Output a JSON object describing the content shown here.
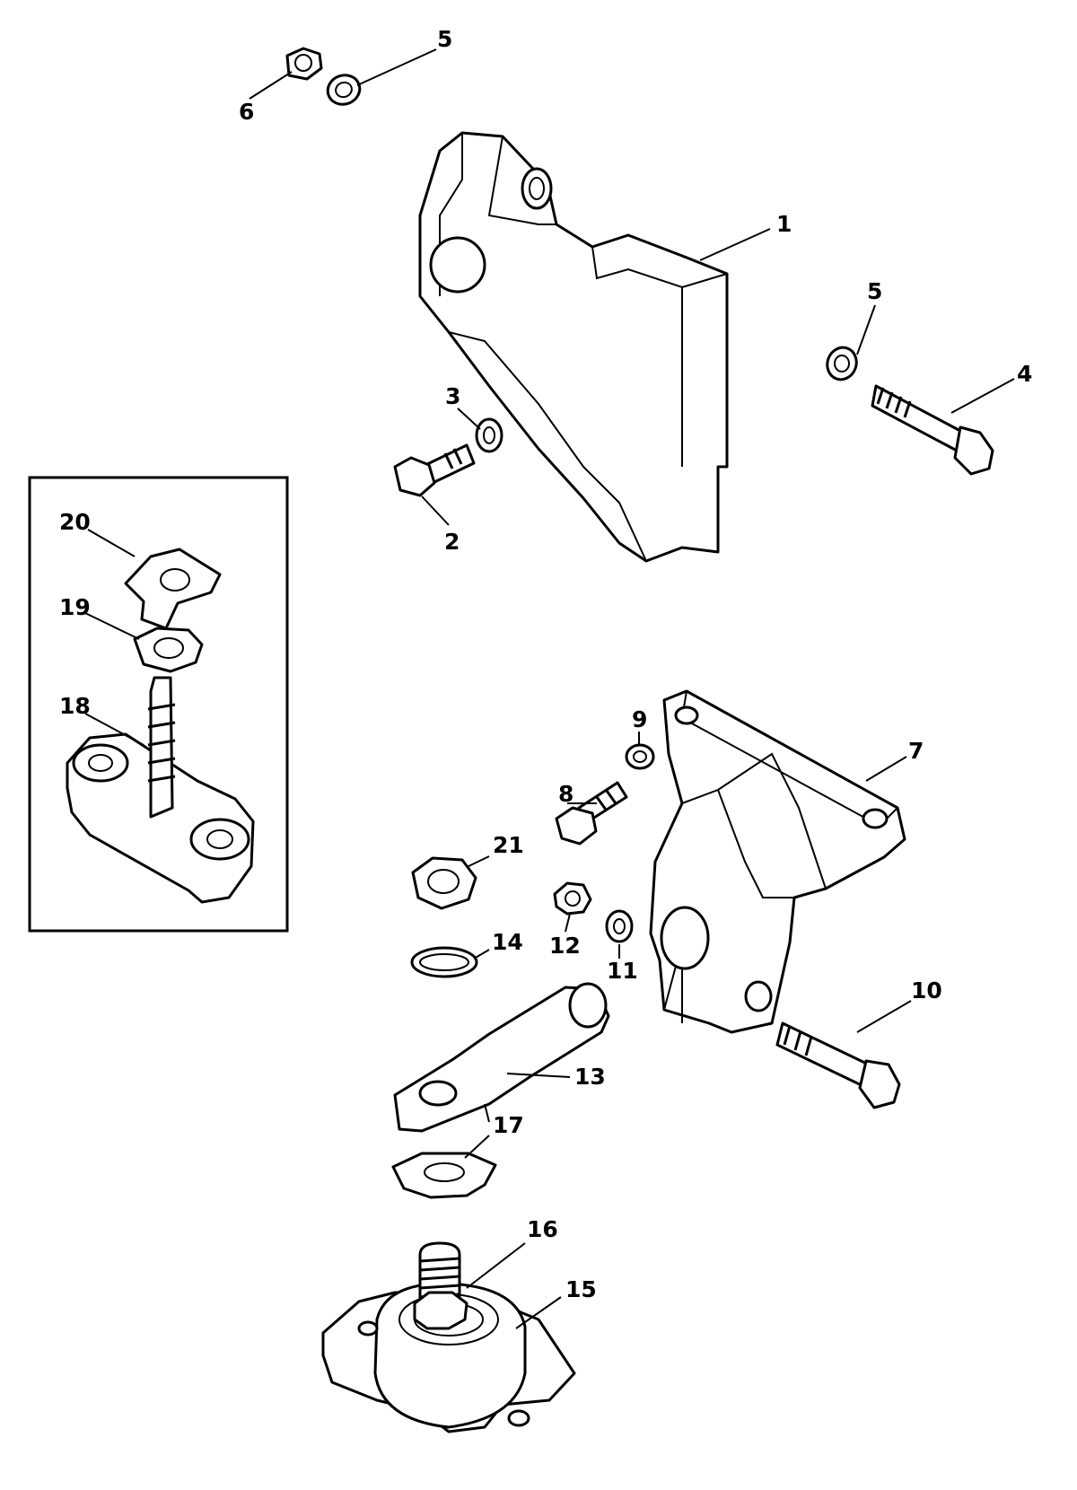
{
  "callouts": {
    "p1": "1",
    "p2": "2",
    "p3": "3",
    "p4": "4",
    "p5a": "5",
    "p5b": "5",
    "p6": "6",
    "p7": "7",
    "p8": "8",
    "p9": "9",
    "p10": "10",
    "p11": "11",
    "p12": "12",
    "p13": "13",
    "p14": "14",
    "p15": "15",
    "p16": "16",
    "p17": "17",
    "p18": "18",
    "p19": "19",
    "p20": "20",
    "p21": "21"
  }
}
